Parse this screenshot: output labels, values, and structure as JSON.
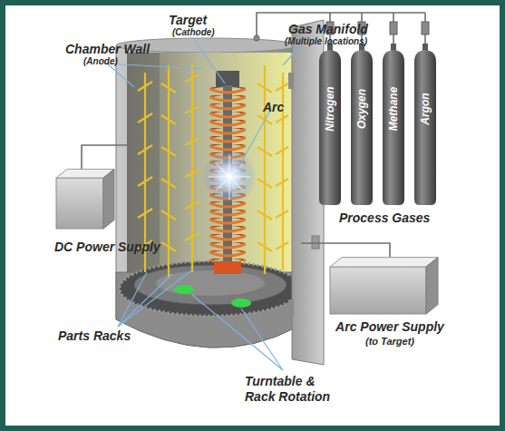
{
  "diagram": {
    "nodes": [
      {
        "text": [
          "DC Power Supply"
        ]
      },
      {
        "text": [
          "Arc Power Supply",
          "(to Target)"
        ]
      },
      {
        "text": [
          "Nitrogen"
        ]
      },
      {
        "text": [
          "Oxygen"
        ]
      },
      {
        "text": [
          "Methane"
        ]
      },
      {
        "text": [
          "Argon"
        ]
      }
    ],
    "labels": [
      "Chamber Wall",
      "(Anode)",
      "Target",
      "(Cathode)",
      "Gas Manifold",
      "(Multiple locations)",
      "Arc",
      "Process Gases",
      "Parts Racks",
      "Turntable &",
      "Rack Rotation"
    ]
  }
}
